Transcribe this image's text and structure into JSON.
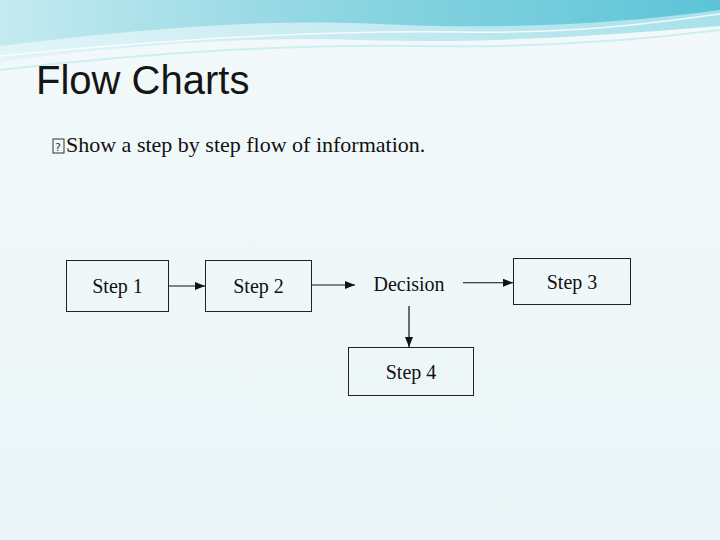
{
  "diagram": {
    "title": "Flow Charts",
    "nodes": [
      {
        "text": [
          "Step 1"
        ]
      },
      {
        "text": [
          "Step 2"
        ]
      },
      {
        "text": [
          "Decision"
        ]
      },
      {
        "text": [
          "Step 3"
        ]
      },
      {
        "text": [
          "Step 4"
        ]
      }
    ],
    "edges": [
      {
        "from": 0,
        "to": 1,
        "arrow": "to"
      },
      {
        "from": 1,
        "to": 2,
        "arrow": "to"
      },
      {
        "from": 2,
        "to": 3,
        "arrow": "to"
      },
      {
        "from": 2,
        "to": 4,
        "arrow": "to"
      }
    ],
    "labels": [
      "Show a step by step flow of information."
    ]
  }
}
